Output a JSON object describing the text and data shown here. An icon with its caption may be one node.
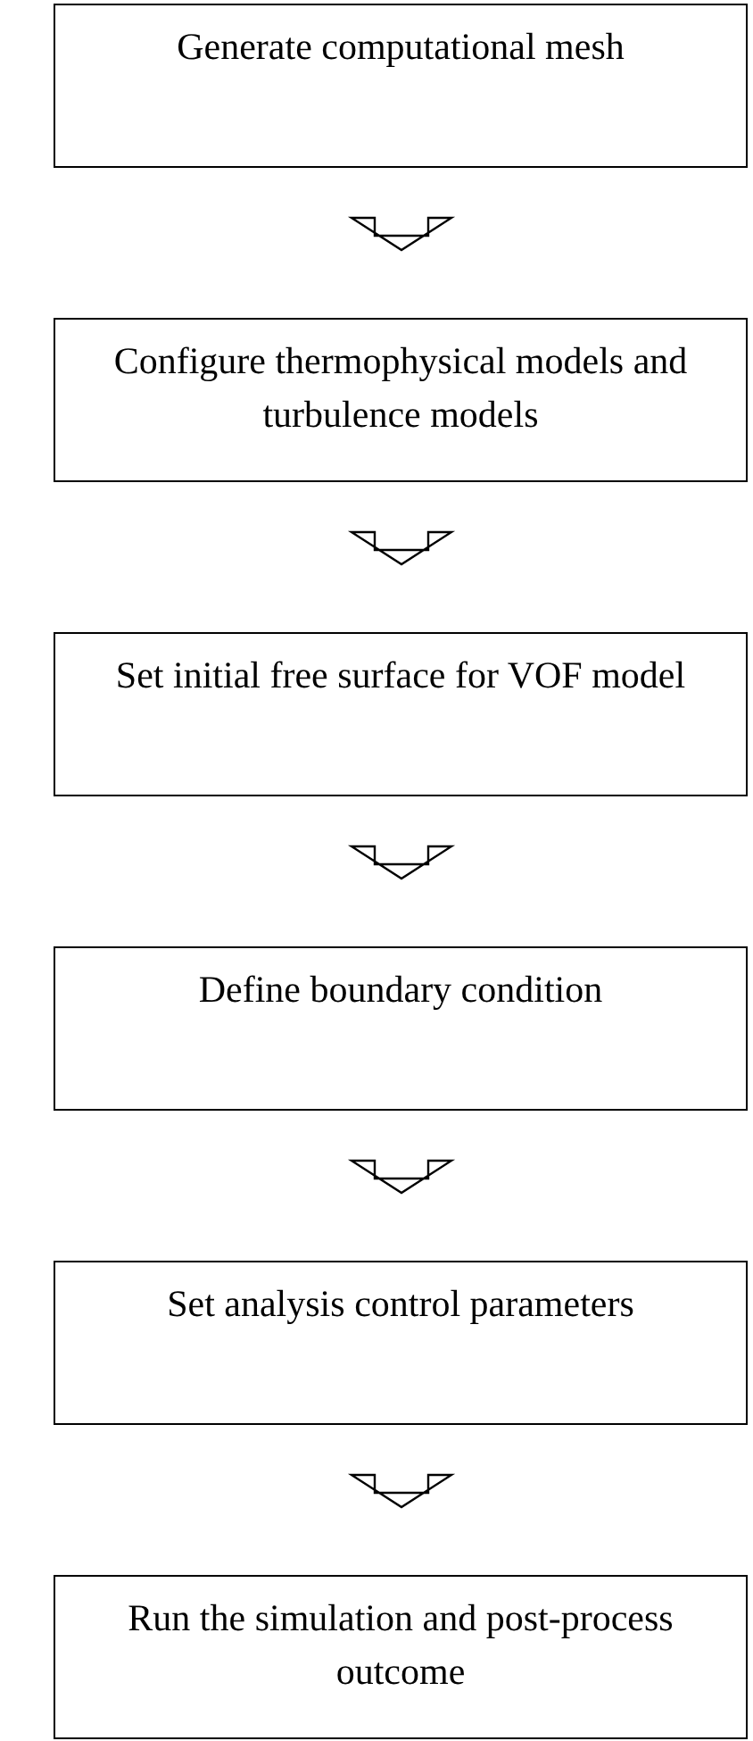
{
  "diagram": {
    "nodes": [
      {
        "text": [
          "Generate computational mesh"
        ]
      },
      {
        "text": [
          "Configure thermophysical models and turbulence models"
        ]
      },
      {
        "text": [
          "Set initial free surface for VOF model"
        ]
      },
      {
        "text": [
          "Define boundary condition"
        ]
      },
      {
        "text": [
          "Set analysis control parameters"
        ]
      },
      {
        "text": [
          "Run the simulation and post-process outcome"
        ]
      }
    ],
    "edges": [
      {
        "from": 0,
        "to": 1,
        "arrow": "to"
      },
      {
        "from": 1,
        "to": 2,
        "arrow": "to"
      },
      {
        "from": 2,
        "to": 3,
        "arrow": "to"
      },
      {
        "from": 3,
        "to": 4,
        "arrow": "to"
      },
      {
        "from": 4,
        "to": 5,
        "arrow": "to"
      }
    ]
  }
}
